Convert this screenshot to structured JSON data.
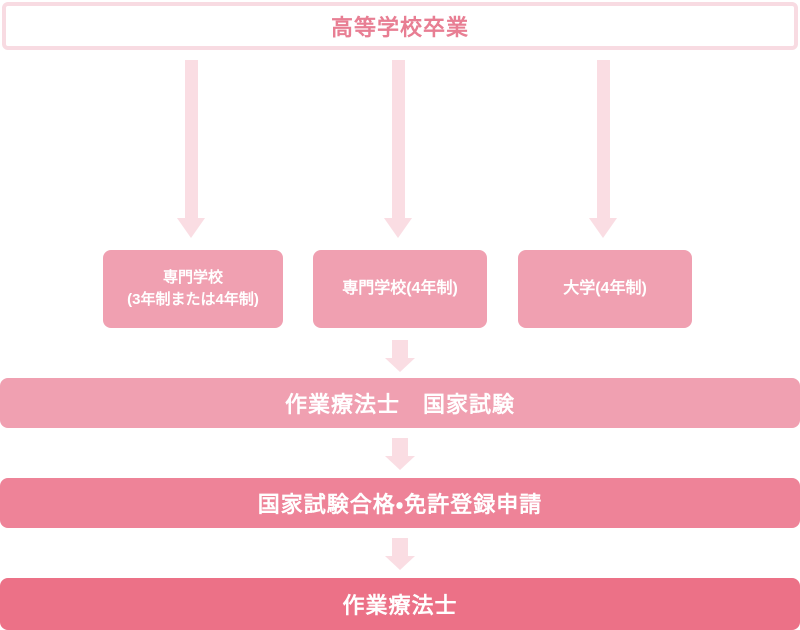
{
  "palette": {
    "start_box_border": "#f8dbe2",
    "start_box_text": "#e87e93",
    "arrow_light_pink": "#fadde3",
    "node_pink": "#f0a0b1",
    "bar_medium_pink": "#ee8398",
    "bar_dark_pink": "#ec7187",
    "text_on_pink": "#ffffff"
  },
  "flow": {
    "start": {
      "label": "高等学校卒業"
    },
    "schools": [
      {
        "label": "専門学校\n(3年制または4年制)"
      },
      {
        "label": "専門学校(4年制)"
      },
      {
        "label": "大学(4年制)"
      }
    ],
    "steps": [
      {
        "label": "作業療法士　国家試験"
      },
      {
        "label": "国家試験合格・免許登録申請"
      },
      {
        "label": "作業療法士"
      }
    ]
  }
}
